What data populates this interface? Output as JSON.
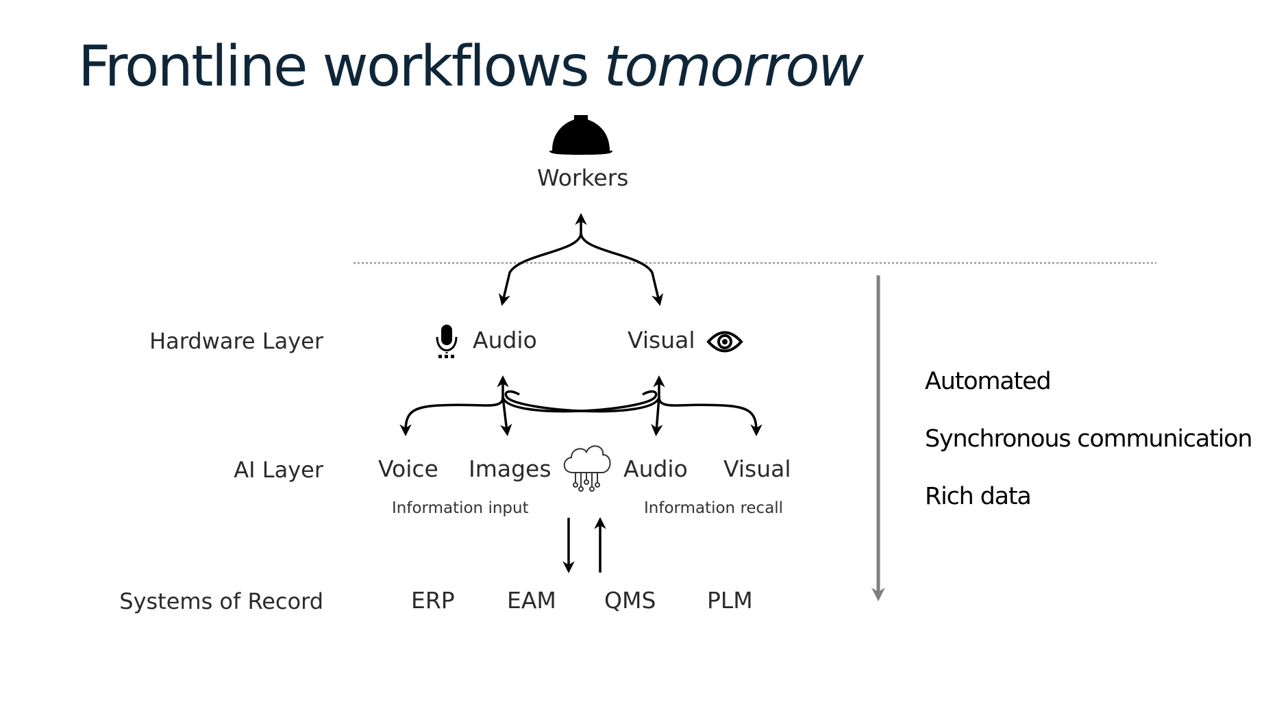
{
  "title": {
    "main": "Frontline workflows",
    "emphasis": "tomorrow"
  },
  "top": {
    "label": "Workers",
    "icon": "hard-hat-icon"
  },
  "layers": {
    "hardware": "Hardware Layer",
    "ai": "AI Layer",
    "systems": "Systems of Record"
  },
  "hardware": {
    "audio": {
      "label": "Audio",
      "icon": "microphone-icon"
    },
    "visual": {
      "label": "Visual",
      "icon": "eye-icon"
    }
  },
  "ai": {
    "items": [
      "Voice",
      "Images",
      "Audio",
      "Visual"
    ],
    "icon": "cloud-circuit-icon",
    "input_label": "Information input",
    "recall_label": "Information recall"
  },
  "systems": [
    "ERP",
    "EAM",
    "QMS",
    "PLM"
  ],
  "side": [
    "Automated",
    "Synchronous communication",
    "Rich data"
  ],
  "colors": {
    "title": "#0f2638",
    "axis_arrow": "#808080",
    "divider": "#9a9a9a"
  }
}
